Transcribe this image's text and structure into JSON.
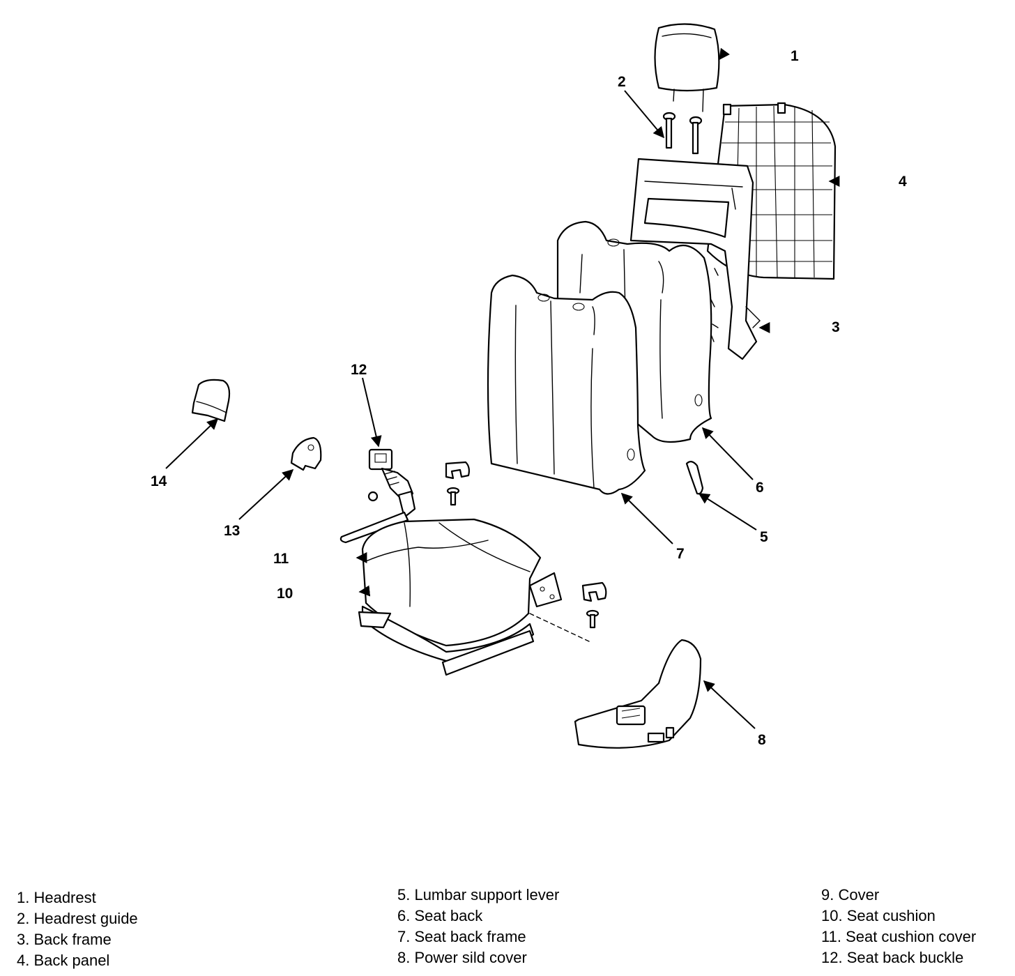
{
  "callouts": {
    "c1": "1",
    "c2": "2",
    "c3": "3",
    "c4": "4",
    "c5": "5",
    "c6": "6",
    "c7": "7",
    "c8": "8",
    "c10": "10",
    "c11": "11",
    "c12": "12",
    "c13": "13",
    "c14": "14"
  },
  "legend": {
    "col1": [
      "1. Headrest",
      "2. Headrest guide",
      "3. Back frame",
      "4. Back panel"
    ],
    "col2": [
      "5. Lumbar support lever",
      "6. Seat back",
      "7. Seat back frame",
      "8. Power sild cover"
    ],
    "col3": [
      "9. Cover",
      "10. Seat cushion",
      "11. Seat cushion cover",
      "12. Seat back buckle"
    ]
  }
}
